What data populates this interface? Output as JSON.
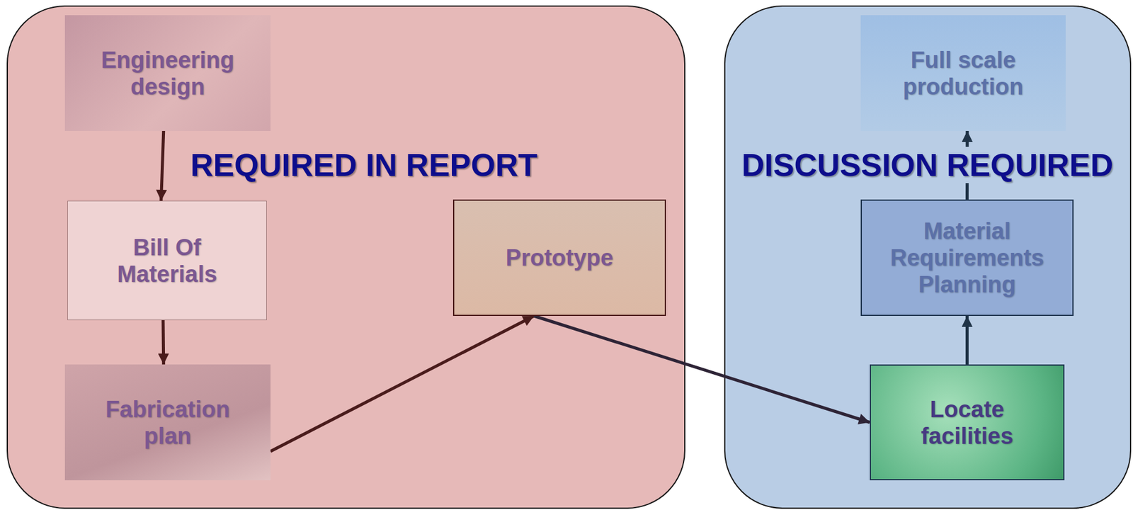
{
  "diagram": {
    "nodes": [
      {
        "text": [
          "REQUIRED IN REPORT"
        ]
      },
      {
        "text": [
          "Engineering design"
        ],
        "in": 0
      },
      {
        "text": [
          "Bill Of Materials"
        ],
        "in": 0
      },
      {
        "text": [
          "Fabrication plan"
        ],
        "in": 0
      },
      {
        "text": [
          "Prototype"
        ],
        "in": 0
      },
      {
        "text": [
          "DISCUSSION REQUIRED"
        ]
      },
      {
        "text": [
          "Full scale production"
        ],
        "in": 5
      },
      {
        "text": [
          "Material Requirements Planning"
        ],
        "in": 5
      },
      {
        "text": [
          "Locate facilities"
        ],
        "in": 5
      }
    ],
    "edges": [
      {
        "from": 1,
        "to": 2,
        "arrow": "to"
      },
      {
        "from": 2,
        "to": 3,
        "arrow": "to"
      },
      {
        "from": 3,
        "to": 4,
        "arrow": "to"
      },
      {
        "from": 4,
        "to": 8,
        "arrow": "to"
      },
      {
        "from": 8,
        "to": 7,
        "arrow": "to"
      },
      {
        "from": 7,
        "to": 6,
        "arrow": "to"
      }
    ]
  }
}
